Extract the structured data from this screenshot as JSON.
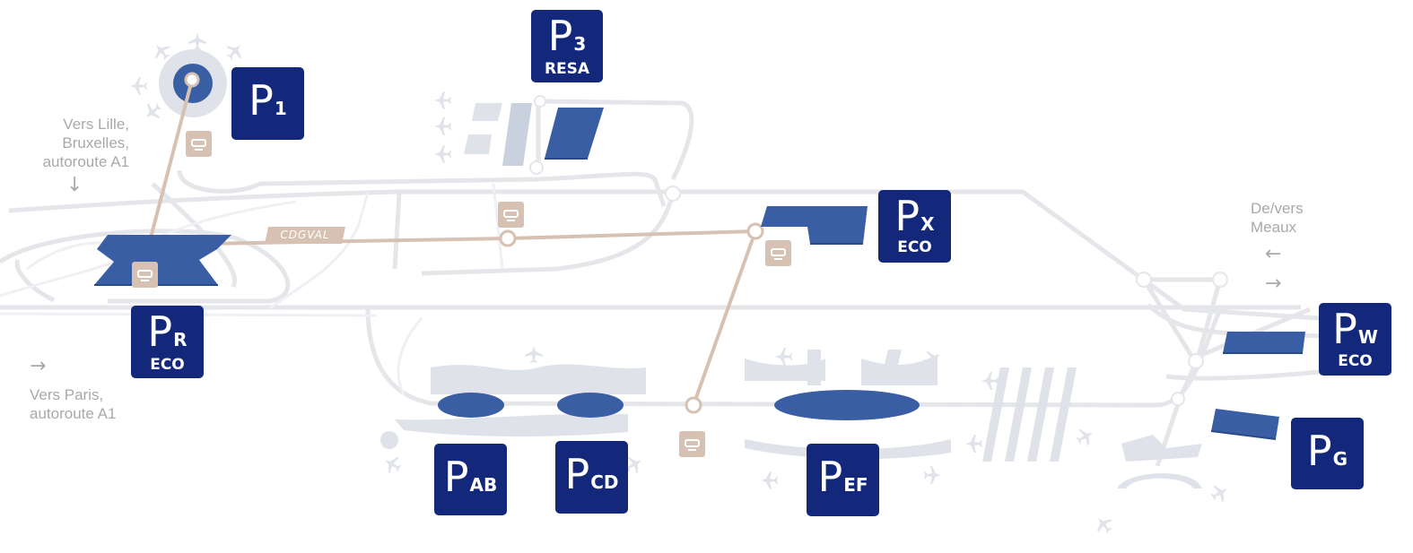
{
  "colors": {
    "parking_box": "#13287a",
    "parking_lot": "#3a5ea3",
    "road": "#e4e6ea",
    "terminal": "#dfe2e9",
    "cdgval_line": "#d6c1b2",
    "label_text": "#a9a9a9"
  },
  "parkings": {
    "p1": {
      "letter": "P",
      "sub": "1",
      "tag": ""
    },
    "p3": {
      "letter": "P",
      "sub": "3",
      "tag": "RESA"
    },
    "pr": {
      "letter": "P",
      "sub": "R",
      "tag": "ECO"
    },
    "px": {
      "letter": "P",
      "sub": "X",
      "tag": "ECO"
    },
    "pw": {
      "letter": "P",
      "sub": "W",
      "tag": "ECO"
    },
    "pab": {
      "letter": "P",
      "sub": "AB",
      "tag": ""
    },
    "pcd": {
      "letter": "P",
      "sub": "CD",
      "tag": ""
    },
    "pef": {
      "letter": "P",
      "sub": "EF",
      "tag": ""
    },
    "pg": {
      "letter": "P",
      "sub": "G",
      "tag": ""
    }
  },
  "labels": {
    "lille": [
      "Vers Lille,",
      "Bruxelles,",
      "autoroute A1"
    ],
    "paris": [
      "Vers Paris,",
      "autoroute A1"
    ],
    "meaux": [
      "De/vers",
      "Meaux"
    ],
    "cdgval": "CDGVAL"
  },
  "icons": {
    "arrow_down": "arrow-down-icon",
    "arrow_right": "arrow-right-icon",
    "arrow_left": "arrow-left-icon",
    "train": "train-icon",
    "plane": "plane-icon"
  }
}
